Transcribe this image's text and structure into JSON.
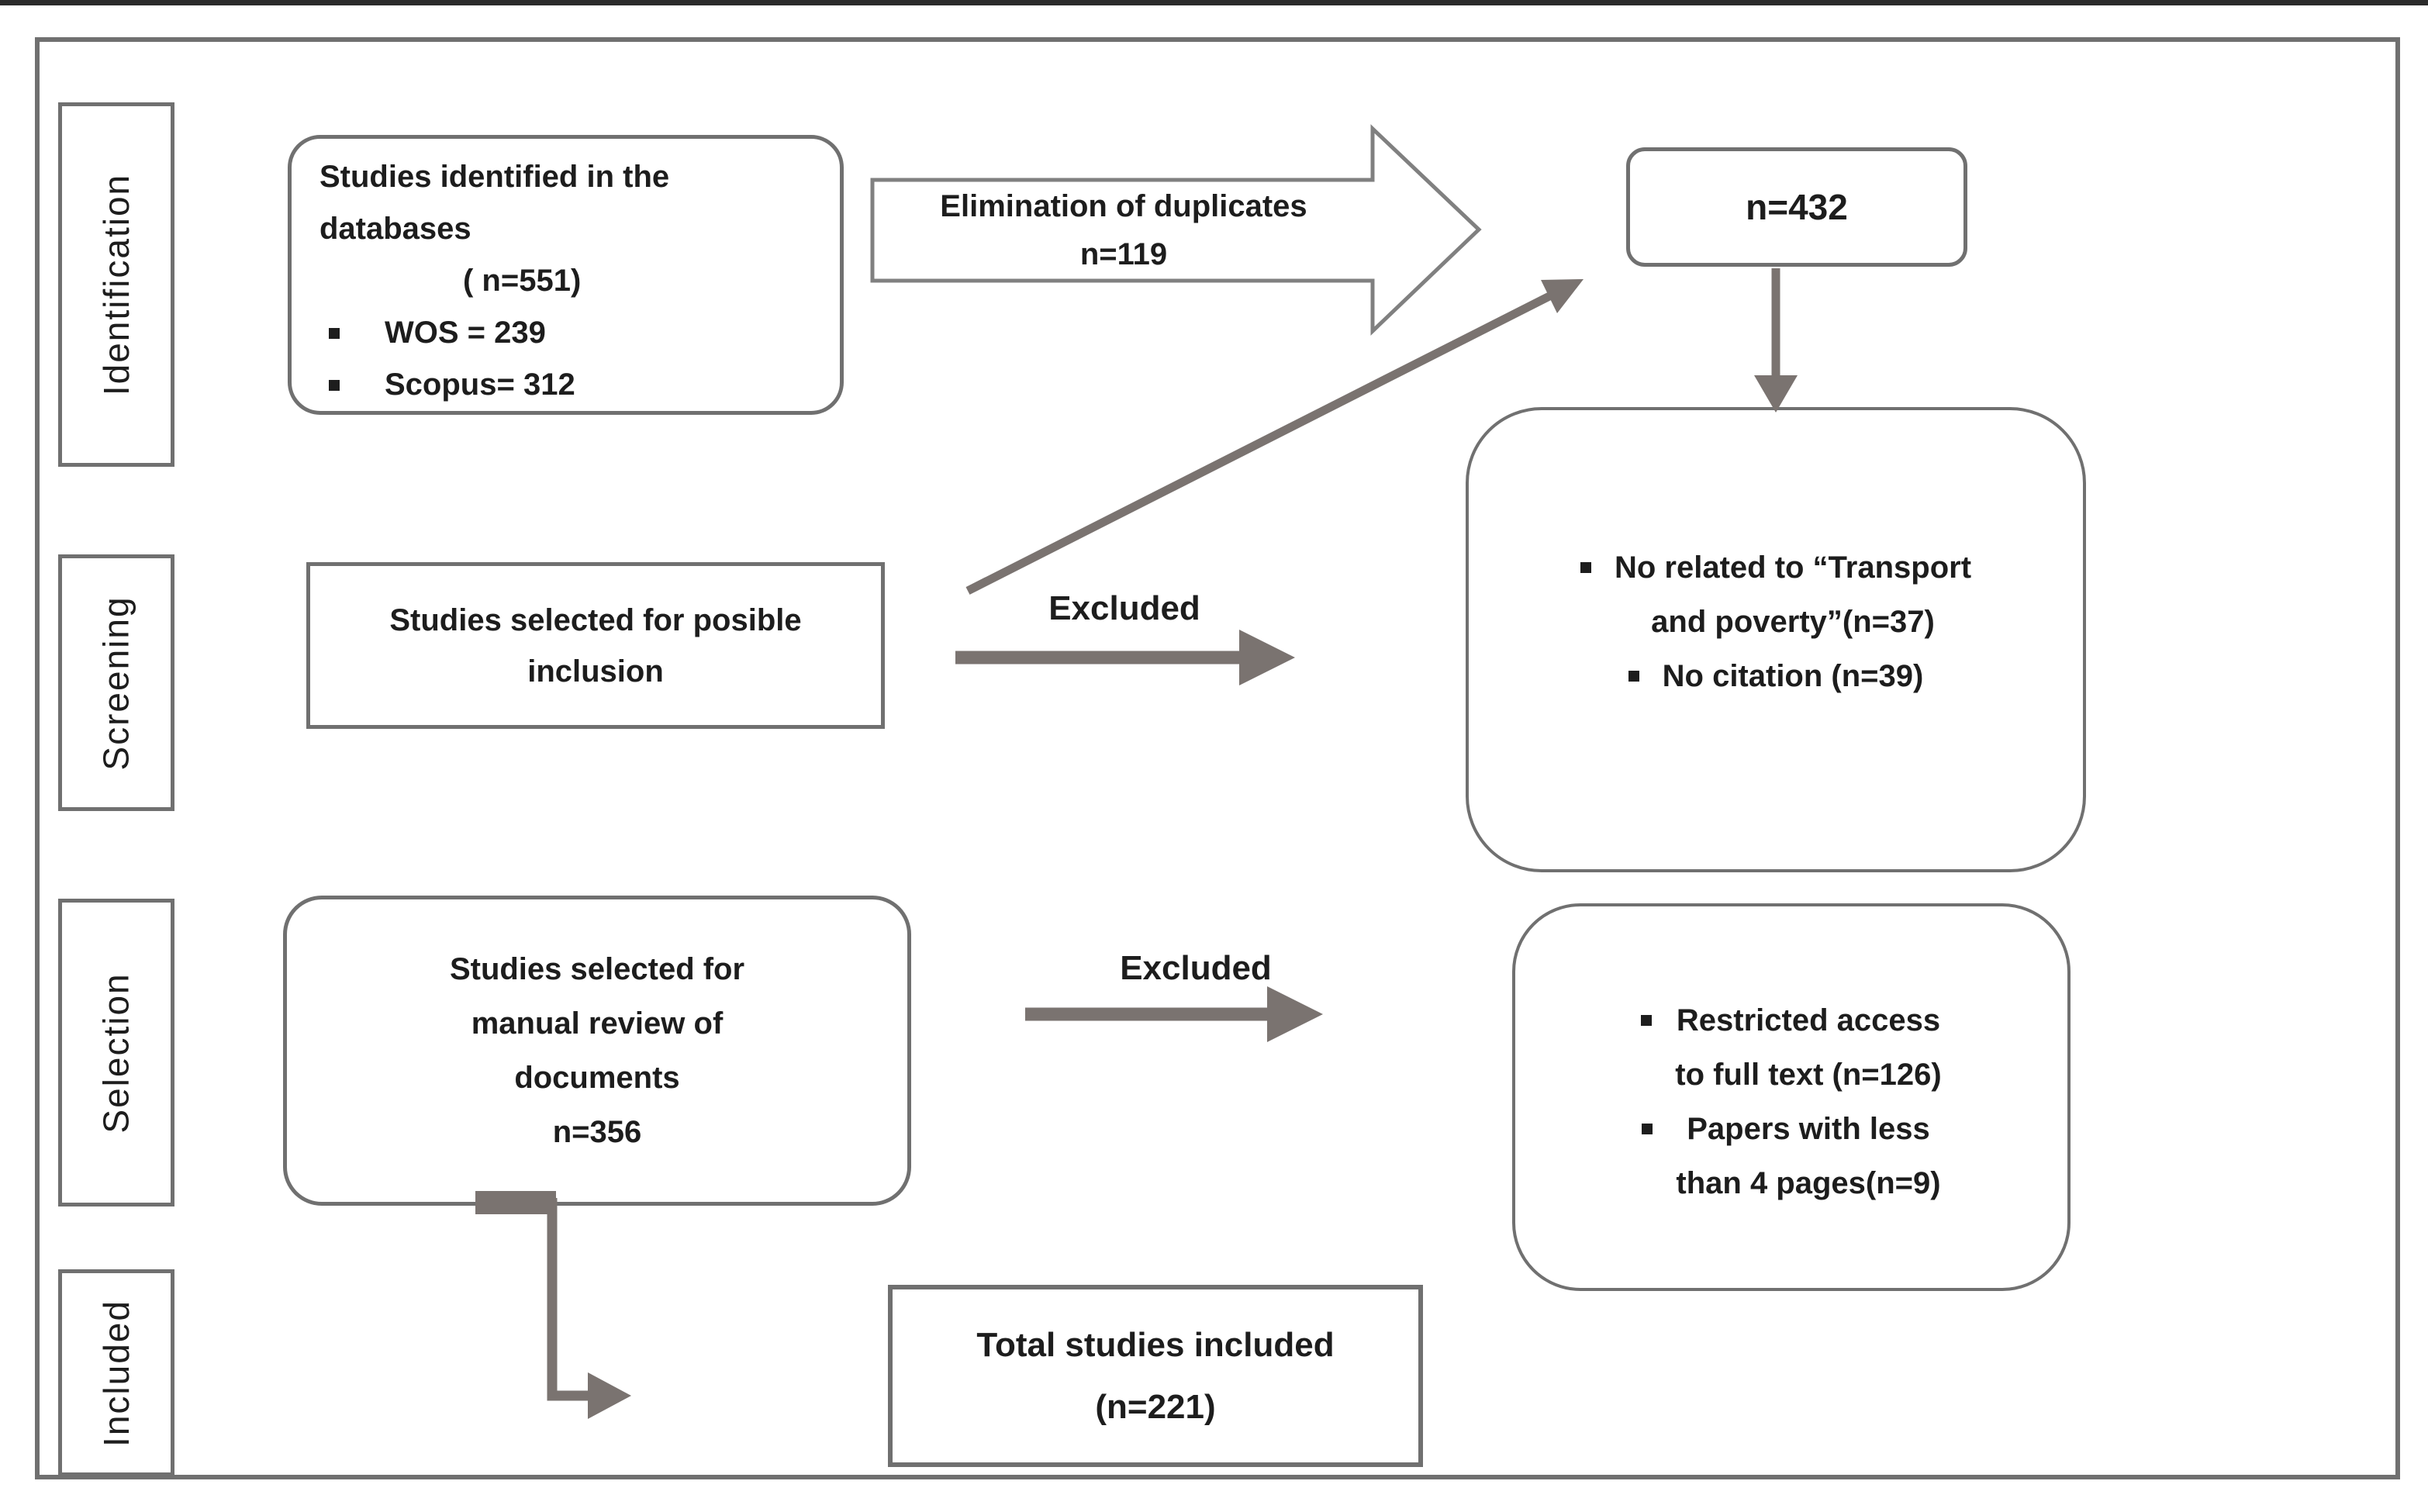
{
  "stages": {
    "identification": "Identification",
    "screening": "Screening",
    "selection": "Selection",
    "included": "Included"
  },
  "identification_row": {
    "identified_box": {
      "line1": "Studies identified in the",
      "line2": "databases",
      "count_line": "( n=551)",
      "bullets": [
        "WOS = 239",
        "Scopus= 312"
      ]
    },
    "duplicates_arrow": {
      "line1": "Elimination of duplicates",
      "line2": "n=119"
    },
    "after_duplicates_box": {
      "label": "n=432"
    }
  },
  "screening_row": {
    "selected_box": {
      "line1": "Studies selected for posible",
      "line2": "inclusion"
    },
    "excluded_label": "Excluded",
    "excluded_box": {
      "bullet1_line1": "No related to “Transport",
      "bullet1_line2": "and poverty”(n=37)",
      "bullet2": "No citation (n=39)"
    }
  },
  "selection_row": {
    "manual_review_box": {
      "lines": [
        "Studies selected for",
        "manual review of",
        "documents",
        "n=356"
      ]
    },
    "excluded_label": "Excluded",
    "excluded_box": {
      "bullet1_line1": "Restricted access",
      "bullet1_line2": "to full text (n=126)",
      "bullet2_line1": "Papers with less",
      "bullet2_line2": "than 4 pages(n=9)"
    }
  },
  "included_row": {
    "total_box": {
      "line1": "Total studies included",
      "line2": "(n=221)"
    }
  },
  "colors": {
    "box_border": "#707070",
    "arrow": "#7a7370",
    "block_arrow_outline": "#808080",
    "text": "#1d1d1d",
    "background": "#ffffff",
    "top_rule": "#2b2b2b"
  }
}
